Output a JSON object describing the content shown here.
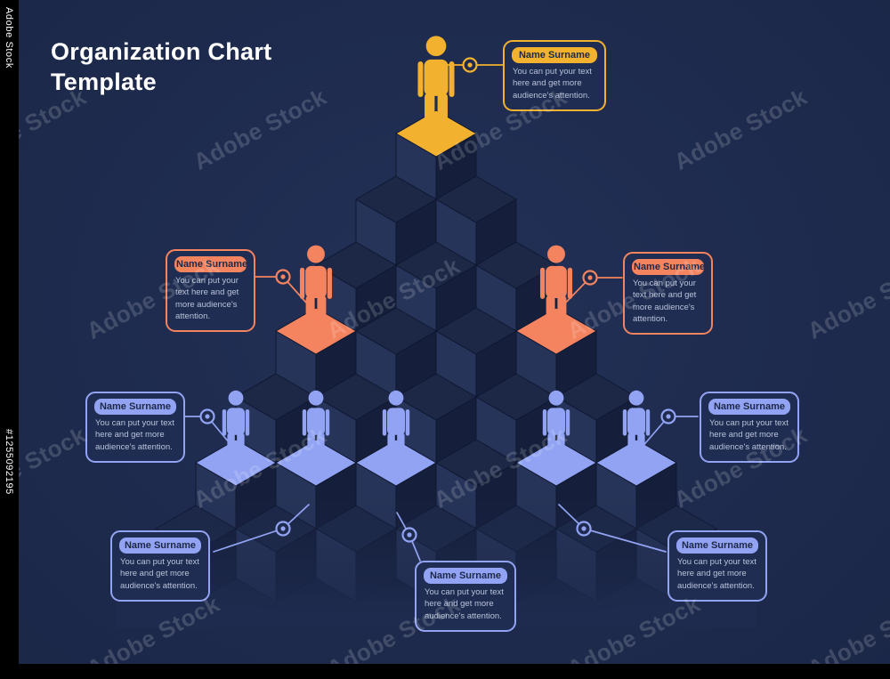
{
  "title": {
    "line1": "Organization Chart",
    "line2": "Template"
  },
  "watermark": {
    "brand": "Adobe Stock",
    "asset_id": "#1255092195"
  },
  "colors": {
    "background": "#1e2b4e",
    "yellow": "#f2b12f",
    "orange": "#f4835f",
    "blue": "#92a3f3",
    "cube_top": "#1d2847",
    "cube_left": "#273459",
    "cube_right": "#151e3a",
    "cube_stroke": "#0f1832",
    "callout_bg": "#1f2d52",
    "body_text": "#b9c3d9",
    "pill_text": "#1d2847",
    "title_text": "#ffffff"
  },
  "org_levels": [
    {
      "level": 1,
      "color": "yellow",
      "members": 1
    },
    {
      "level": 2,
      "color": "orange",
      "members": 2
    },
    {
      "level": 3,
      "color": "blue",
      "members": 5
    }
  ],
  "people": [
    {
      "position": "top",
      "color": "yellow"
    },
    {
      "position": "mid-left",
      "color": "orange"
    },
    {
      "position": "mid-right",
      "color": "orange"
    },
    {
      "position": "bottom-left-1",
      "color": "blue"
    },
    {
      "position": "bottom-left-2",
      "color": "blue"
    },
    {
      "position": "bottom-left-3",
      "color": "blue"
    },
    {
      "position": "bottom-right-1",
      "color": "blue"
    },
    {
      "position": "bottom-right-2",
      "color": "blue"
    }
  ],
  "callouts": [
    {
      "id": "top",
      "color": "yellow",
      "title": "Name Surname",
      "body": "You can put your text here and get more audience's attention."
    },
    {
      "id": "mid-left",
      "color": "orange",
      "title": "Name Surname",
      "body": "You can put your text here and get more audience's attention."
    },
    {
      "id": "mid-right",
      "color": "orange",
      "title": "Name Surname",
      "body": "You can put your text here and get more audience's attention."
    },
    {
      "id": "low-left",
      "color": "blue",
      "title": "Name Surname",
      "body": "You can put your text here and get more audience's attention."
    },
    {
      "id": "low-right",
      "color": "blue",
      "title": "Name Surname",
      "body": "You can put your text here and get more audience's attention."
    },
    {
      "id": "bottom-left",
      "color": "blue",
      "title": "Name Surname",
      "body": "You can put your text here and get more audience's attention."
    },
    {
      "id": "bottom-center",
      "color": "blue",
      "title": "Name Surname",
      "body": "You can put your text here and get more audience's attention."
    },
    {
      "id": "bottom-right",
      "color": "blue",
      "title": "Name Surname",
      "body": "You can put your text here and get more audience's attention."
    }
  ]
}
